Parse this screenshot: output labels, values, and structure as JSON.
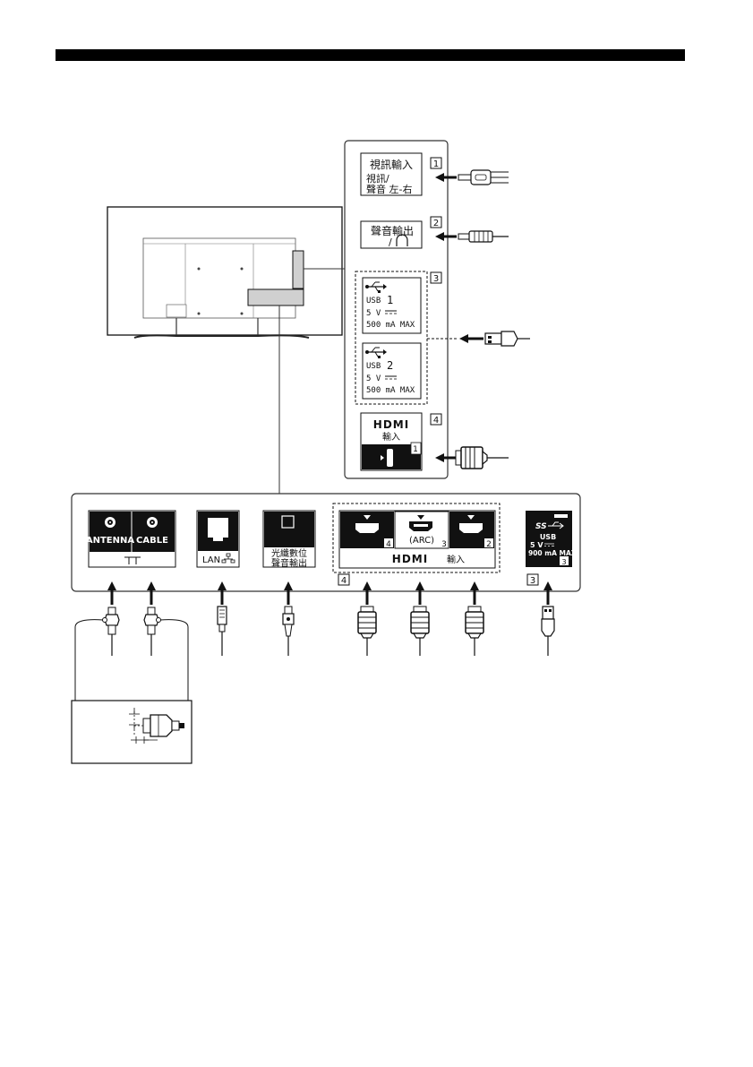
{
  "side_panel": {
    "badges": [
      "1",
      "3",
      "4"
    ],
    "video_in": {
      "title": "視訊輸入",
      "line1": "視訊/",
      "line2": "聲音 左-右"
    },
    "audio_out": {
      "title": "聲音輸出",
      "symbol": "/"
    },
    "usb1": {
      "name": "USB",
      "num": "1",
      "volt": "5 V",
      "max": "500 mA MAX"
    },
    "usb2": {
      "name": "USB",
      "num": "2",
      "volt": "5 V",
      "max": "500 mA MAX"
    },
    "hdmi": {
      "logo": "HDMI",
      "input": "輸入",
      "num": "1"
    }
  },
  "bottom_panel": {
    "antenna": "ANTENNA",
    "cable": "CABLE",
    "lan": "LAN",
    "optical_line1": "光纖數位",
    "optical_line2": "聲音輸出",
    "hdmi_ports": {
      "num_a": "4",
      "arc": "(ARC)",
      "num_b": "3",
      "num_c": "2"
    },
    "hdmi_logo": "HDMI",
    "hdmi_input": "輸入",
    "usb3": {
      "ss": "SS",
      "name": "USB",
      "volt": "5 V",
      "max": "900 mA MAX",
      "num": "3"
    },
    "group_badges": [
      "4",
      "3"
    ]
  }
}
